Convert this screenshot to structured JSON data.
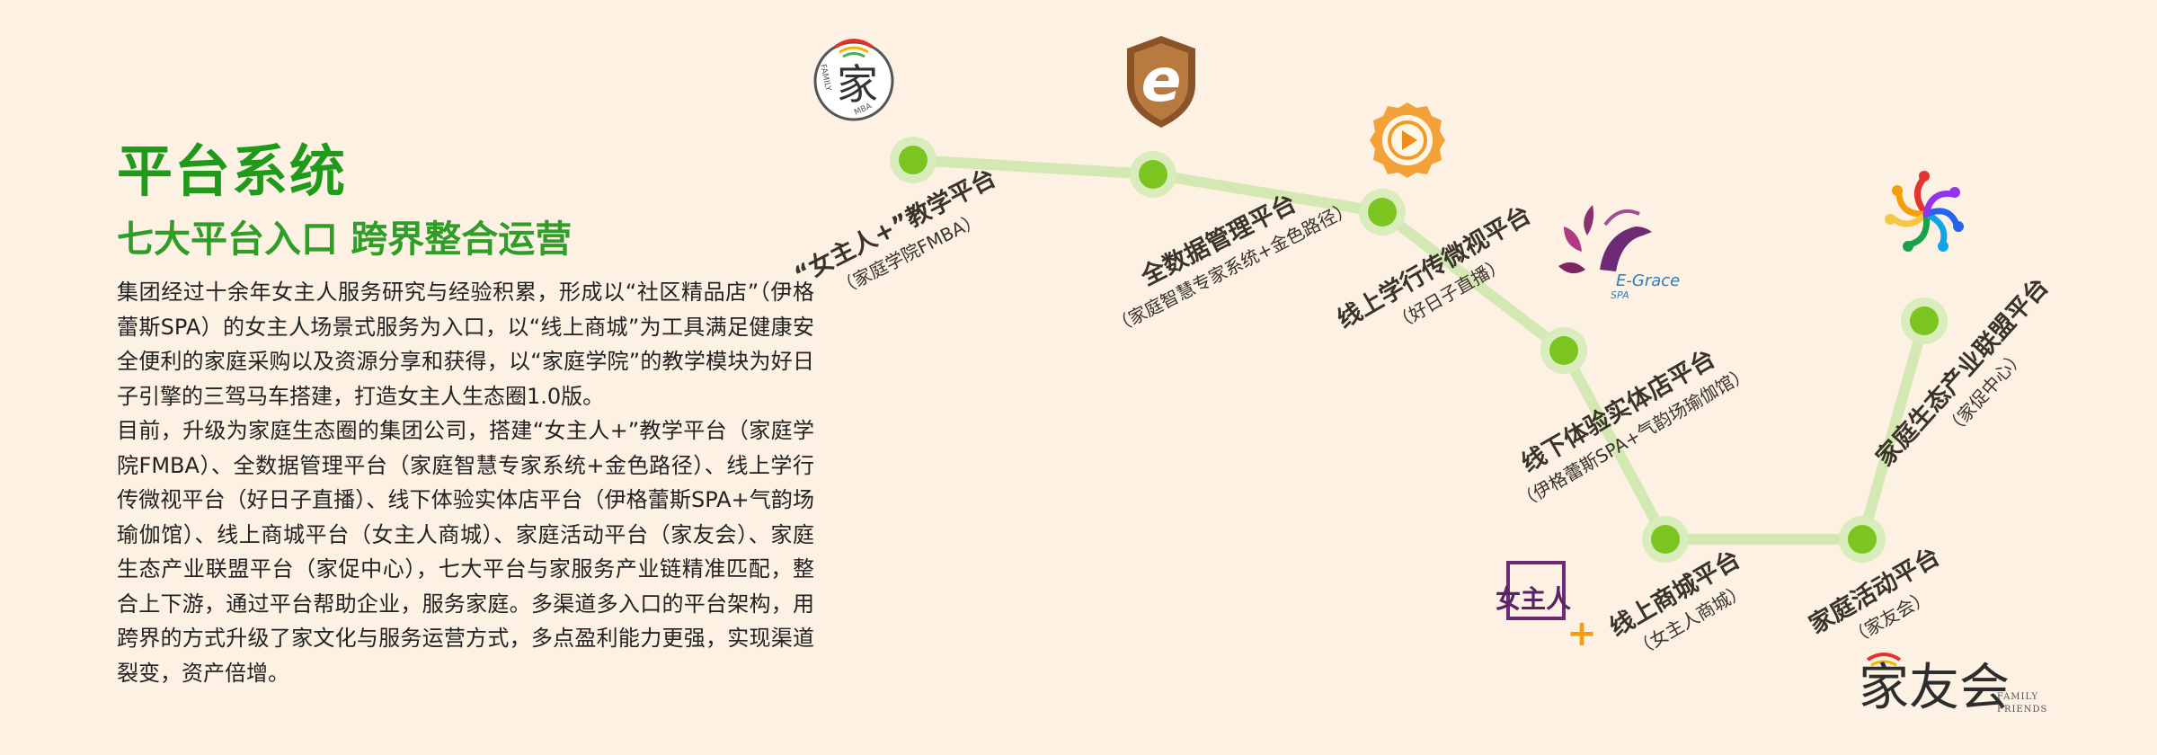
{
  "heading": {
    "title": "平台系统",
    "subtitle": "七大平台入口 跨界整合运营"
  },
  "intro": {
    "paragraph_1": "集团经过十余年女主人服务研究与经验积累，形成以“社区精品店”（伊格蕾斯SPA）的女主人场景式服务为入口，以“线上商城”为工具满足健康安全便利的家庭采购以及资源分享和获得，以“家庭学院”的教学模块为好日子引擎的三驾马车搭建，打造女主人生态圈1.0版。",
    "paragraph_2": "目前，升级为家庭生态圈的集团公司，搭建“女主人+”教学平台（家庭学院FMBA）、全数据管理平台（家庭智慧专家系统+金色路径）、线上学行传微视平台（好日子直播）、线下体验实体店平台（伊格蕾斯SPA+气韵场瑜伽馆）、线上商城平台（女主人商城）、家庭活动平台（家友会）、家庭生态产业联盟平台（家促中心），七大平台与家服务产业链精准匹配，整合上下游，通过平台帮助企业，服务家庭。多渠道多入口的平台架构，用跨界的方式升级了家文化与服务运营方式，多点盈利能力更强，实现渠道裂变，资产倍增。"
  },
  "platforms": [
    {
      "title": "“女主人+”教学平台",
      "sub": "（家庭学院FMBA）"
    },
    {
      "title": "全数据管理平台",
      "sub": "（家庭智慧专家系统+金色路径）"
    },
    {
      "title": "线上学行传微视平台",
      "sub": "（好日子直播）"
    },
    {
      "title": "线下体验实体店平台",
      "sub": "（伊格蕾斯SPA+气韵场瑜伽馆）"
    },
    {
      "title": "线上商城平台",
      "sub": "（女主人商城）"
    },
    {
      "title": "家庭活动平台",
      "sub": "（家友会）"
    },
    {
      "title": "家庭生态产业联盟平台",
      "sub": "（家促中心）"
    }
  ],
  "logos": {
    "fmba_char": "家",
    "fmba_ring_left": "FAMILY",
    "fmba_ring_right": "MBA",
    "data_letter": "e",
    "egrace_name": "E-Grace",
    "egrace_spa": "SPA",
    "nvzhuren_chars": "女主人",
    "nvzhuren_plus": "+",
    "jiayouhui_chars": "家友会",
    "jiayouhui_en_1": "FAMILY",
    "jiayouhui_en_2": "FRIENDS"
  },
  "colors": {
    "title_green": "#1f9a1a",
    "path_green": "#d4e8b4",
    "node_green": "#7cc520",
    "node_halo": "#d9ecbc",
    "text_dark": "#3a332b"
  }
}
